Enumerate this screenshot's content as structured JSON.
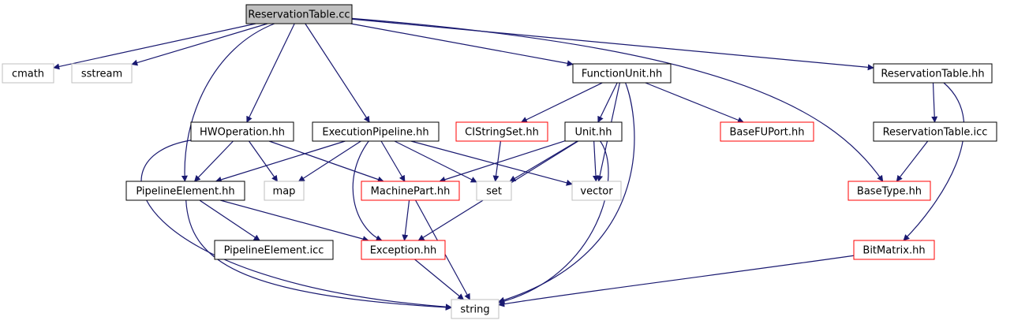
{
  "graph": {
    "colors": {
      "edge": "#191970",
      "root_fill": "#bfbfbf",
      "documented_border": "#000000",
      "incomplete_border": "#ff0000",
      "external_border": "#bfbfbf"
    },
    "nodes": {
      "reservationtable_cc": {
        "label": "ReservationTable.cc",
        "kind": "root"
      },
      "cmath": {
        "label": "cmath",
        "kind": "external"
      },
      "sstream": {
        "label": "sstream",
        "kind": "external"
      },
      "functionunit_hh": {
        "label": "FunctionUnit.hh",
        "kind": "documented"
      },
      "reservationtable_hh": {
        "label": "ReservationTable.hh",
        "kind": "documented"
      },
      "hwoperation_hh": {
        "label": "HWOperation.hh",
        "kind": "documented"
      },
      "executionpipeline_hh": {
        "label": "ExecutionPipeline.hh",
        "kind": "documented"
      },
      "cistringset_hh": {
        "label": "CIStringSet.hh",
        "kind": "incomplete"
      },
      "unit_hh": {
        "label": "Unit.hh",
        "kind": "documented"
      },
      "basefuport_hh": {
        "label": "BaseFUPort.hh",
        "kind": "incomplete"
      },
      "reservationtable_icc": {
        "label": "ReservationTable.icc",
        "kind": "documented"
      },
      "pipelineelement_hh": {
        "label": "PipelineElement.hh",
        "kind": "documented"
      },
      "map": {
        "label": "map",
        "kind": "external"
      },
      "machinepart_hh": {
        "label": "MachinePart.hh",
        "kind": "incomplete"
      },
      "set": {
        "label": "set",
        "kind": "external"
      },
      "vector": {
        "label": "vector",
        "kind": "external"
      },
      "basetype_hh": {
        "label": "BaseType.hh",
        "kind": "incomplete"
      },
      "pipelineelement_icc": {
        "label": "PipelineElement.icc",
        "kind": "documented"
      },
      "exception_hh": {
        "label": "Exception.hh",
        "kind": "incomplete"
      },
      "bitmatrix_hh": {
        "label": "BitMatrix.hh",
        "kind": "incomplete"
      },
      "string": {
        "label": "string",
        "kind": "external"
      }
    },
    "edges": [
      {
        "from": "reservationtable_cc",
        "to": "cmath"
      },
      {
        "from": "reservationtable_cc",
        "to": "sstream"
      },
      {
        "from": "reservationtable_cc",
        "to": "functionunit_hh"
      },
      {
        "from": "reservationtable_cc",
        "to": "reservationtable_hh"
      },
      {
        "from": "reservationtable_cc",
        "to": "hwoperation_hh"
      },
      {
        "from": "reservationtable_cc",
        "to": "executionpipeline_hh"
      },
      {
        "from": "reservationtable_cc",
        "to": "pipelineelement_hh"
      },
      {
        "from": "reservationtable_cc",
        "to": "basetype_hh"
      },
      {
        "from": "functionunit_hh",
        "to": "cistringset_hh"
      },
      {
        "from": "functionunit_hh",
        "to": "unit_hh"
      },
      {
        "from": "functionunit_hh",
        "to": "basefuport_hh"
      },
      {
        "from": "functionunit_hh",
        "to": "vector"
      },
      {
        "from": "functionunit_hh",
        "to": "string"
      },
      {
        "from": "reservationtable_hh",
        "to": "reservationtable_icc"
      },
      {
        "from": "reservationtable_hh",
        "to": "bitmatrix_hh"
      },
      {
        "from": "reservationtable_icc",
        "to": "basetype_hh"
      },
      {
        "from": "hwoperation_hh",
        "to": "pipelineelement_hh"
      },
      {
        "from": "hwoperation_hh",
        "to": "map"
      },
      {
        "from": "hwoperation_hh",
        "to": "machinepart_hh"
      },
      {
        "from": "hwoperation_hh",
        "to": "string"
      },
      {
        "from": "executionpipeline_hh",
        "to": "pipelineelement_hh"
      },
      {
        "from": "executionpipeline_hh",
        "to": "map"
      },
      {
        "from": "executionpipeline_hh",
        "to": "machinepart_hh"
      },
      {
        "from": "executionpipeline_hh",
        "to": "set"
      },
      {
        "from": "executionpipeline_hh",
        "to": "vector"
      },
      {
        "from": "executionpipeline_hh",
        "to": "exception_hh"
      },
      {
        "from": "cistringset_hh",
        "to": "set"
      },
      {
        "from": "unit_hh",
        "to": "machinepart_hh"
      },
      {
        "from": "unit_hh",
        "to": "set"
      },
      {
        "from": "unit_hh",
        "to": "vector"
      },
      {
        "from": "unit_hh",
        "to": "exception_hh"
      },
      {
        "from": "unit_hh",
        "to": "string"
      },
      {
        "from": "pipelineelement_hh",
        "to": "pipelineelement_icc"
      },
      {
        "from": "pipelineelement_hh",
        "to": "exception_hh"
      },
      {
        "from": "pipelineelement_hh",
        "to": "string"
      },
      {
        "from": "machinepart_hh",
        "to": "exception_hh"
      },
      {
        "from": "machinepart_hh",
        "to": "string"
      },
      {
        "from": "exception_hh",
        "to": "string"
      },
      {
        "from": "bitmatrix_hh",
        "to": "string"
      }
    ]
  }
}
